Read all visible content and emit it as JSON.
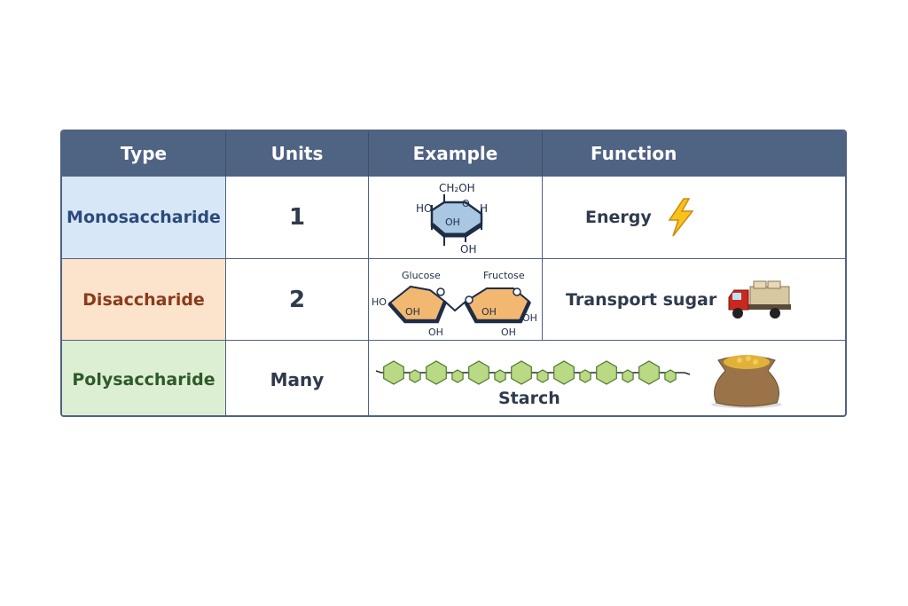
{
  "headers": {
    "type": "Type",
    "units": "Units",
    "example": "Example",
    "function": "Function"
  },
  "rows": [
    {
      "type": "Monosaccharide",
      "units": "1",
      "function": "Energy",
      "function_icon": "lightning-icon",
      "colors": {
        "bg": "#d7e7f7",
        "text": "#2c4a7c"
      }
    },
    {
      "type": "Disaccharide",
      "units": "2",
      "function": "Transport sugar",
      "function_icon": "truck-icon",
      "colors": {
        "bg": "#fbe4cb",
        "text": "#8a3b1c"
      }
    },
    {
      "type": "Polysaccharide",
      "units": "Many",
      "example": "Starch",
      "function_icon": "grain-sack-icon",
      "colors": {
        "bg": "#dcefd2",
        "text": "#2d5a2a"
      }
    }
  ],
  "glucose_ring": {
    "ch2oh": "CH₂OH",
    "ho": "HO",
    "h": "H",
    "oh_center": "OH",
    "oh_bottom": "OH",
    "o": "O"
  },
  "disaccharide": {
    "left_label": "Glucose",
    "right_label": "Fructose",
    "ho": "HO",
    "oh1": "OH",
    "oh2": "OH",
    "oh3": "OH",
    "oh4": "OH",
    "oh5": "OH",
    "o1": "O",
    "o2": "O",
    "o3": "O"
  },
  "colors": {
    "header": "#4f6382",
    "border": "#4f6280"
  }
}
